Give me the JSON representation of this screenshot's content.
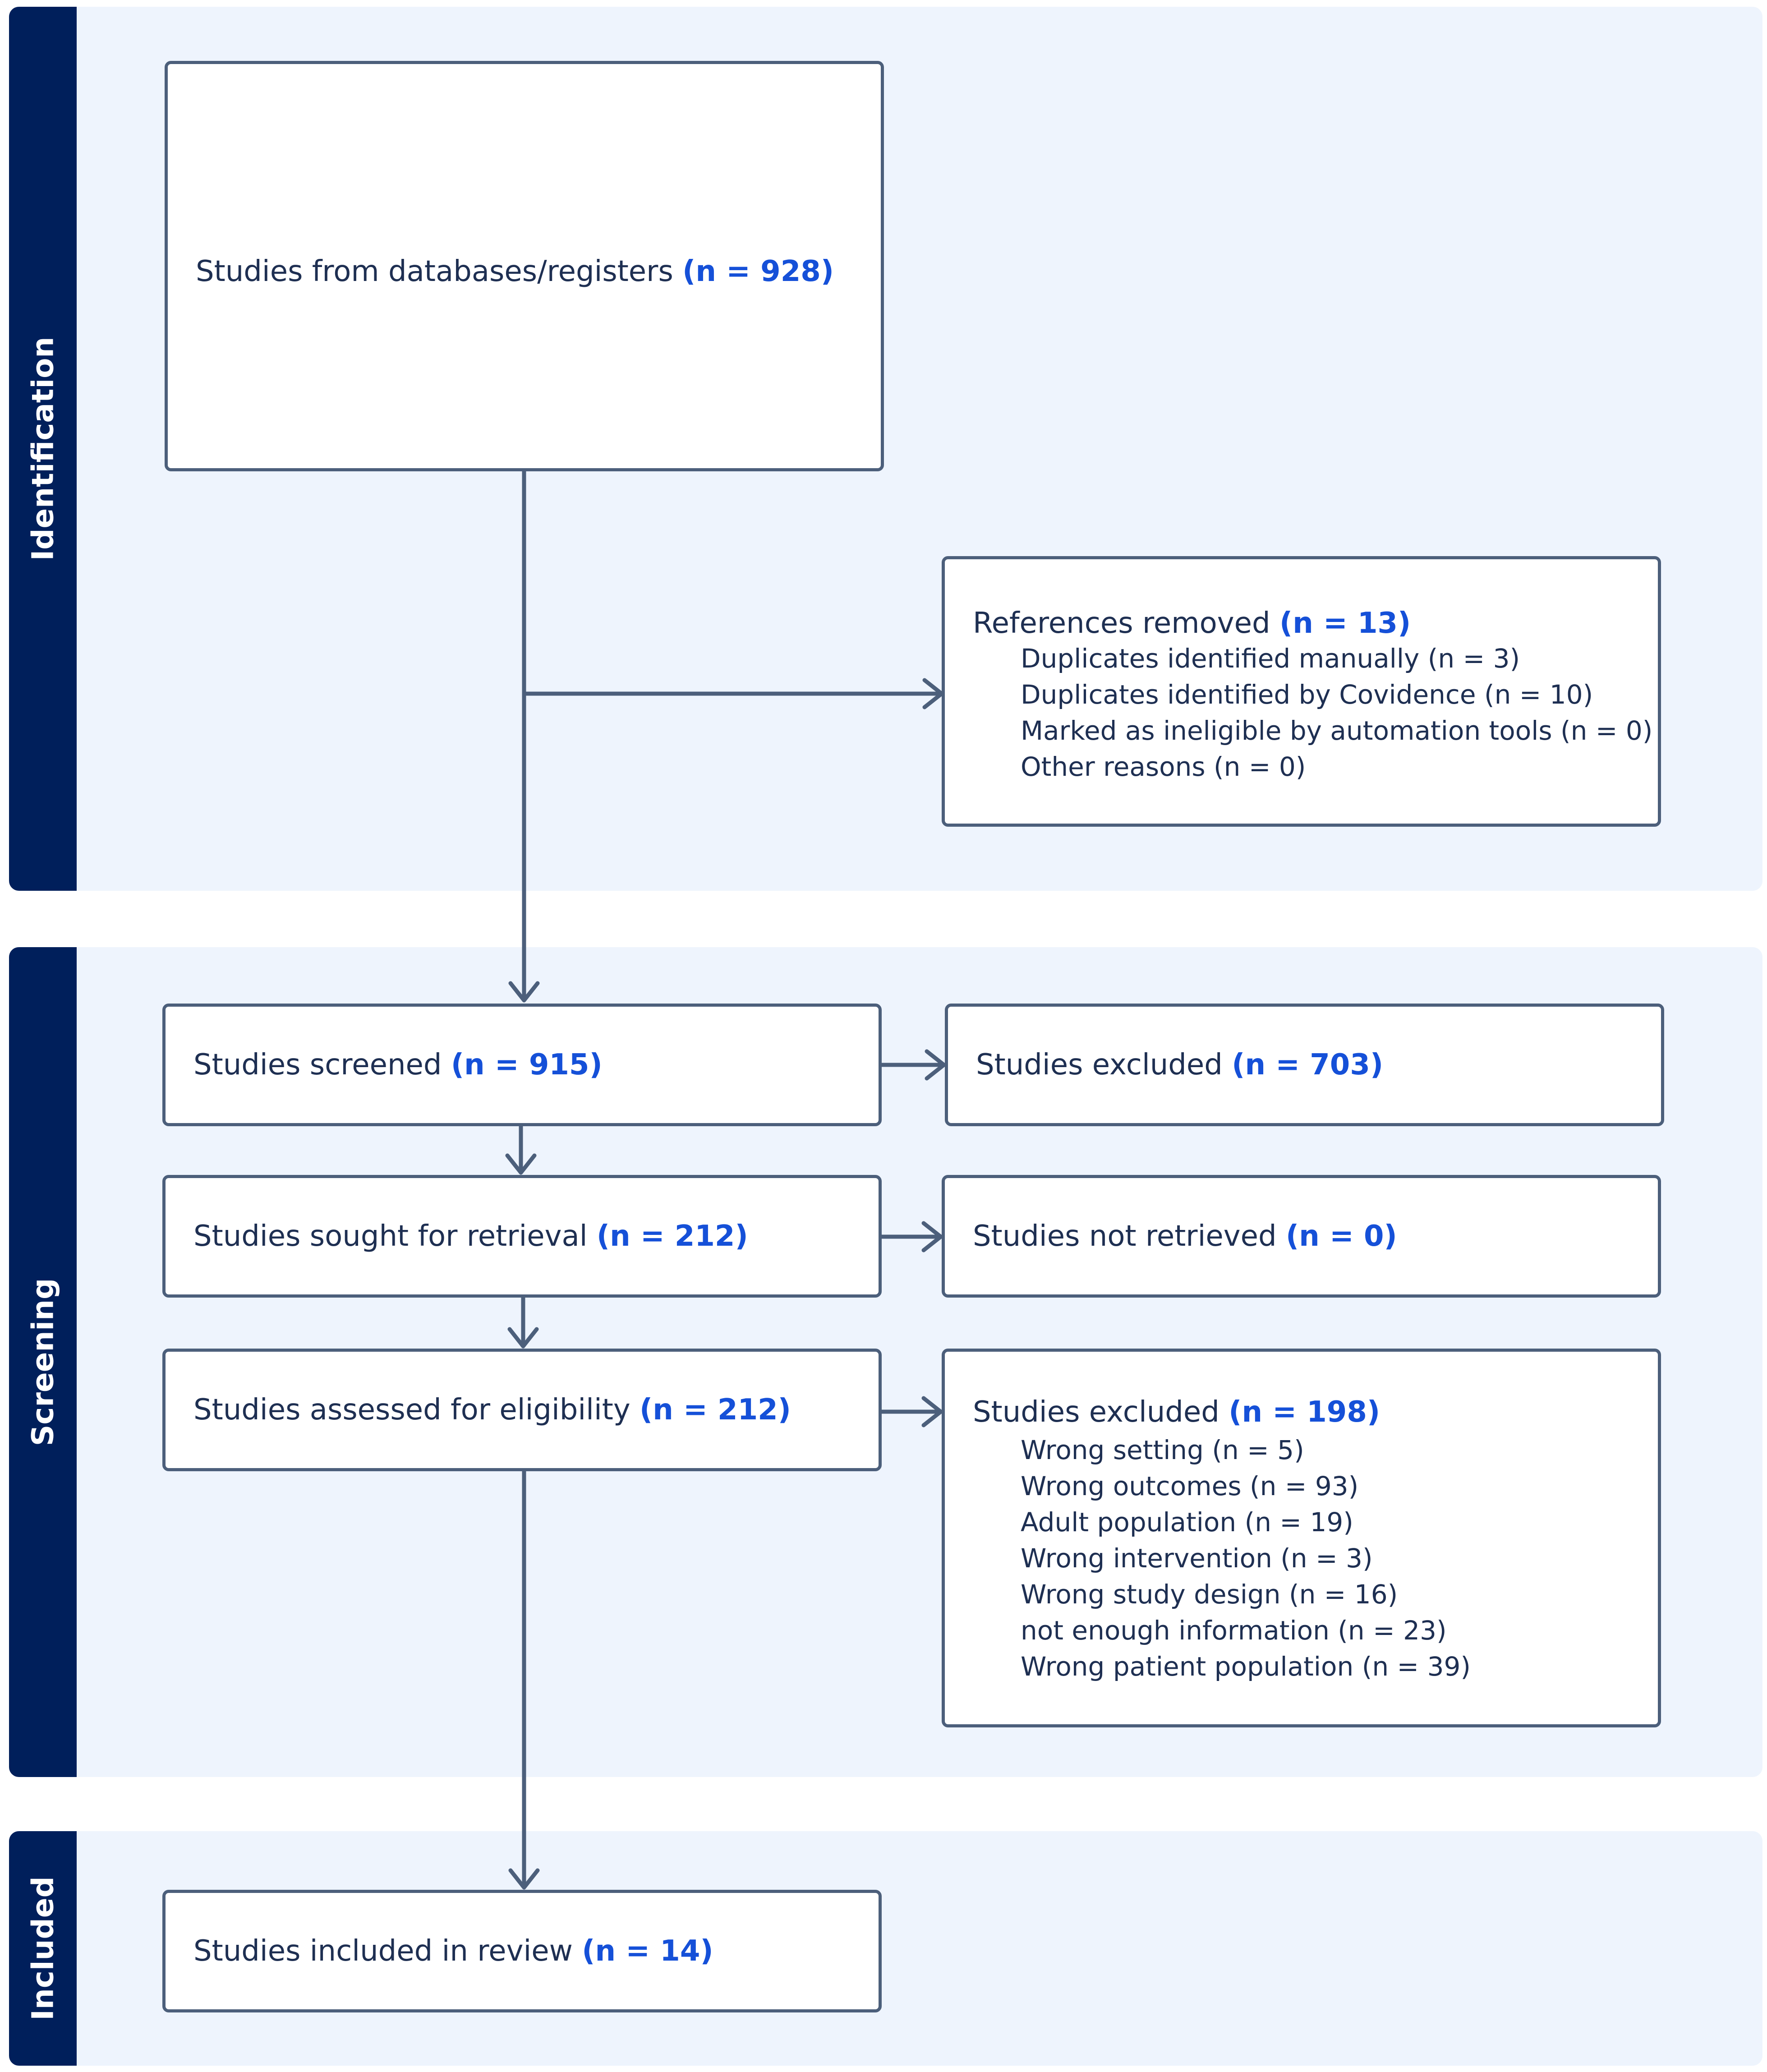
{
  "colors": {
    "band": "#001f5b",
    "section_bg": "#eef4fd",
    "box_border": "#4c5f7b",
    "arrow": "#4c5f7b",
    "text": "#1e2f52",
    "count_highlight": "#1550d8"
  },
  "sections": {
    "identification": "Identification",
    "screening": "Screening",
    "included": "Included"
  },
  "boxes": {
    "databases": {
      "label": "Studies from databases/registers",
      "count": "(n = 928)"
    },
    "removed": {
      "label": "References removed",
      "count": "(n = 13)",
      "items": [
        "Duplicates identified manually (n = 3)",
        "Duplicates identified by Covidence (n = 10)",
        "Marked as ineligible by automation tools (n = 0)",
        "Other reasons (n = 0)"
      ]
    },
    "screened": {
      "label": "Studies screened",
      "count": "(n = 915)"
    },
    "screen_excluded": {
      "label": "Studies excluded",
      "count": "(n = 703)"
    },
    "sought": {
      "label": "Studies sought for retrieval",
      "count": "(n = 212)"
    },
    "not_retrieved": {
      "label": "Studies not retrieved",
      "count": "(n = 0)"
    },
    "assessed": {
      "label": "Studies assessed for eligibility",
      "count": "(n = 212)"
    },
    "elig_excluded": {
      "label": "Studies excluded",
      "count": "(n = 198)",
      "items": [
        "Wrong setting (n = 5)",
        "Wrong outcomes (n = 93)",
        "Adult population (n = 19)",
        "Wrong intervention (n = 3)",
        "Wrong study design (n = 16)",
        "not enough information (n = 23)",
        "Wrong patient population (n = 39)"
      ]
    },
    "included": {
      "label": "Studies included in review",
      "count": "(n = 14)"
    }
  }
}
